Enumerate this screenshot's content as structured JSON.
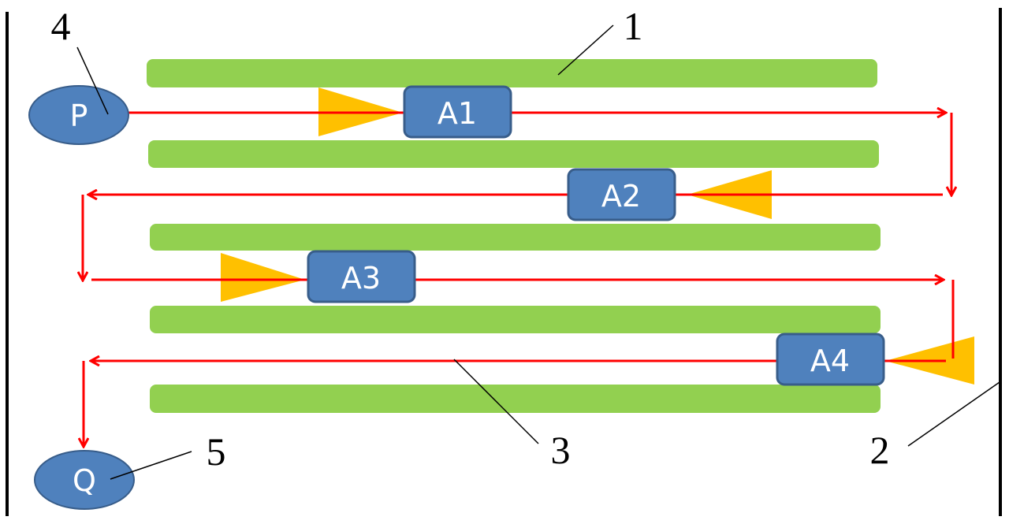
{
  "diagram": {
    "type": "serpentine path through channel",
    "colors": {
      "wall": "#000000",
      "strip": "#92D050",
      "path": "#FF0000",
      "agent_fill": "#4F81BD",
      "agent_border": "#385D8A",
      "direction_marker": "#FFC000",
      "node_fill": "#4F81BD",
      "leader_line": "#000000"
    },
    "nodes": {
      "start": {
        "label": "P",
        "callout": "4"
      },
      "end": {
        "label": "Q",
        "callout": "5"
      }
    },
    "agents": [
      {
        "label": "A1",
        "row": 1,
        "direction": "right"
      },
      {
        "label": "A2",
        "row": 2,
        "direction": "left"
      },
      {
        "label": "A3",
        "row": 3,
        "direction": "right"
      },
      {
        "label": "A4",
        "row": 4,
        "direction": "left"
      }
    ],
    "strips": {
      "count": 5,
      "callout": "1"
    },
    "walls": {
      "callout": "2"
    },
    "path": {
      "callout": "3",
      "sequence": [
        "P",
        "row1 right",
        "down",
        "row2 left",
        "down",
        "row3 right",
        "down",
        "row4 left",
        "down",
        "Q"
      ]
    },
    "callouts": [
      "1",
      "2",
      "3",
      "4",
      "5"
    ]
  }
}
